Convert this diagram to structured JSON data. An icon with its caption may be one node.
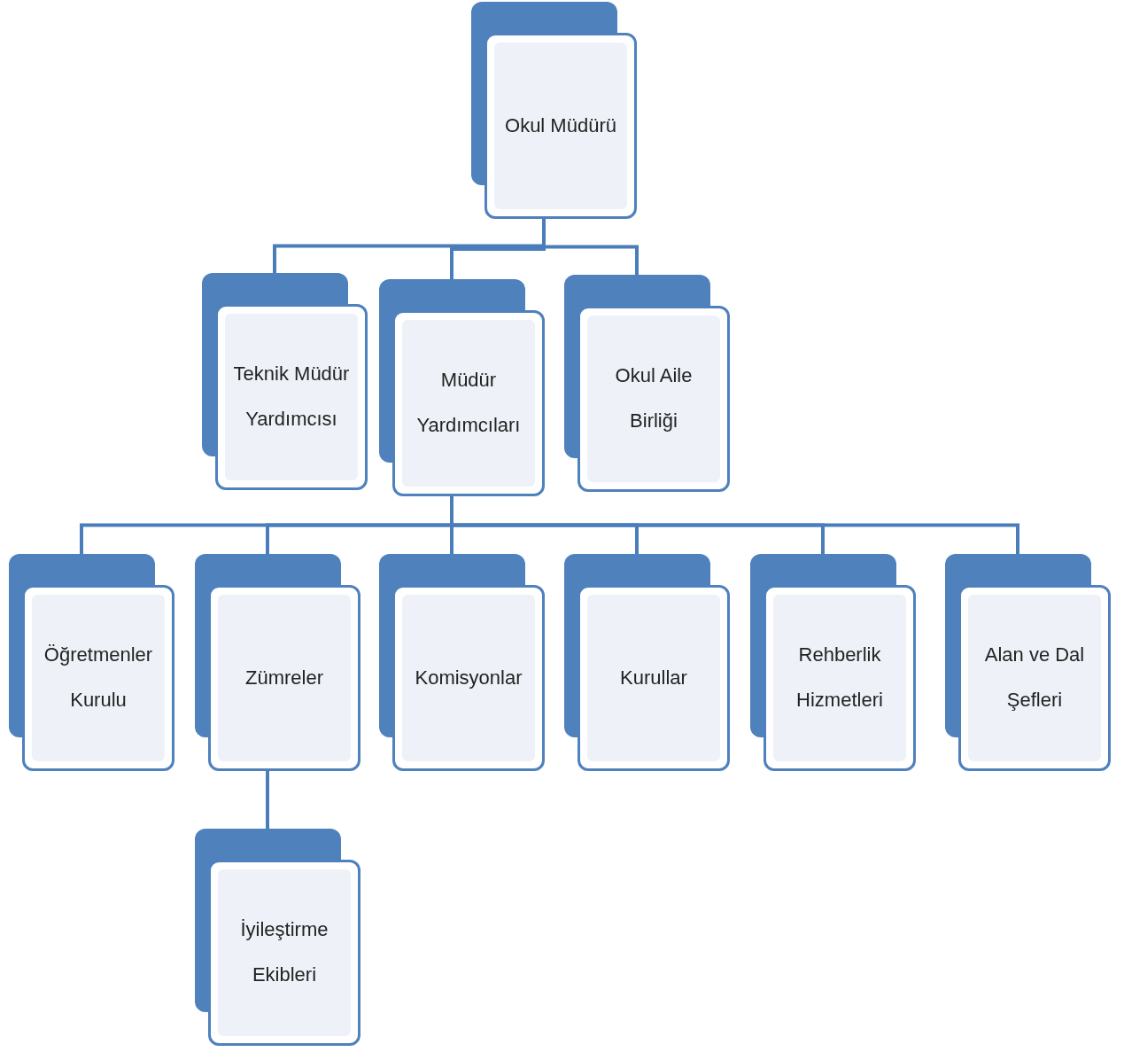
{
  "diagram": {
    "nodes": [
      {
        "text": [
          "Okul Müdürü"
        ]
      },
      {
        "text": [
          "Teknik Müdür Yardımcısı"
        ]
      },
      {
        "text": [
          "Müdür Yardımcıları"
        ]
      },
      {
        "text": [
          "Okul Aile Birliği"
        ]
      },
      {
        "text": [
          "Öğretmenler Kurulu"
        ]
      },
      {
        "text": [
          "Zümreler"
        ]
      },
      {
        "text": [
          "Komisyonlar"
        ]
      },
      {
        "text": [
          "Kurullar"
        ]
      },
      {
        "text": [
          "Rehberlik Hizmetleri"
        ]
      },
      {
        "text": [
          "Alan ve Dal Şefleri"
        ]
      },
      {
        "text": [
          "İyileştirme Ekibleri"
        ]
      }
    ],
    "edges": [
      {
        "from": 0,
        "to": 1,
        "arrow": "none"
      },
      {
        "from": 0,
        "to": 2,
        "arrow": "none"
      },
      {
        "from": 0,
        "to": 3,
        "arrow": "none"
      },
      {
        "from": 2,
        "to": 4,
        "arrow": "none"
      },
      {
        "from": 2,
        "to": 5,
        "arrow": "none"
      },
      {
        "from": 2,
        "to": 6,
        "arrow": "none"
      },
      {
        "from": 2,
        "to": 7,
        "arrow": "none"
      },
      {
        "from": 2,
        "to": 8,
        "arrow": "none"
      },
      {
        "from": 2,
        "to": 9,
        "arrow": "none"
      },
      {
        "from": 5,
        "to": 10,
        "arrow": "none"
      }
    ]
  }
}
